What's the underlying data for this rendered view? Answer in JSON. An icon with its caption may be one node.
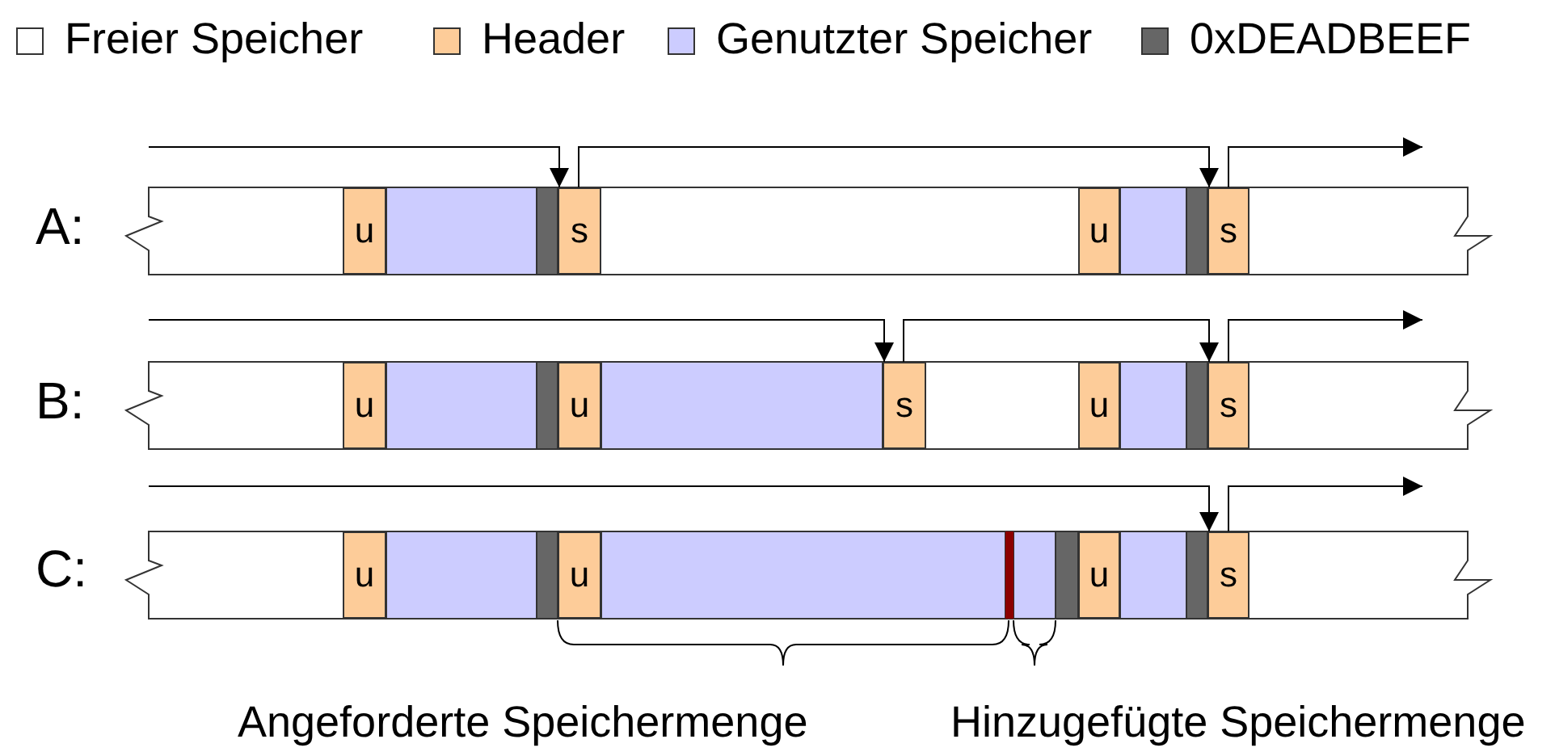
{
  "diagram": {
    "nodes": [
      {
        "text": [
          "u"
        ]
      },
      {
        "text": [
          "s"
        ]
      },
      {
        "text": [
          "u"
        ]
      },
      {
        "text": [
          "s"
        ]
      },
      {
        "text": [
          "u"
        ]
      },
      {
        "text": [
          "u"
        ]
      },
      {
        "text": [
          "s"
        ]
      },
      {
        "text": [
          "u"
        ]
      },
      {
        "text": [
          "s"
        ]
      },
      {
        "text": [
          "u"
        ]
      },
      {
        "text": [
          "u"
        ]
      },
      {
        "text": [
          "u"
        ]
      },
      {
        "text": [
          "s"
        ]
      }
    ],
    "edges": [
      {
        "from": null,
        "to": 1,
        "arrow": "to"
      },
      {
        "from": 1,
        "to": 3,
        "arrow": "to"
      },
      {
        "from": 3,
        "to": null,
        "arrow": "to"
      },
      {
        "from": null,
        "to": 6,
        "arrow": "to"
      },
      {
        "from": 6,
        "to": 8,
        "arrow": "to"
      },
      {
        "from": 8,
        "to": null,
        "arrow": "to"
      },
      {
        "from": null,
        "to": 12,
        "arrow": "to"
      },
      {
        "from": 12,
        "to": null,
        "arrow": "to"
      }
    ],
    "labels": [
      "A:",
      "B:",
      "C:",
      "Angeforderte Speichermenge",
      "Hinzugefügte Speichermenge"
    ],
    "legend": [
      {
        "text": "Freier Speicher",
        "color": "#ffffff"
      },
      {
        "text": "Header",
        "color": "#fdcc99"
      },
      {
        "text": "Genutzter Speicher",
        "color": "#ccccff"
      },
      {
        "text": "0xDEADBEEF",
        "color": "#666666"
      }
    ]
  }
}
